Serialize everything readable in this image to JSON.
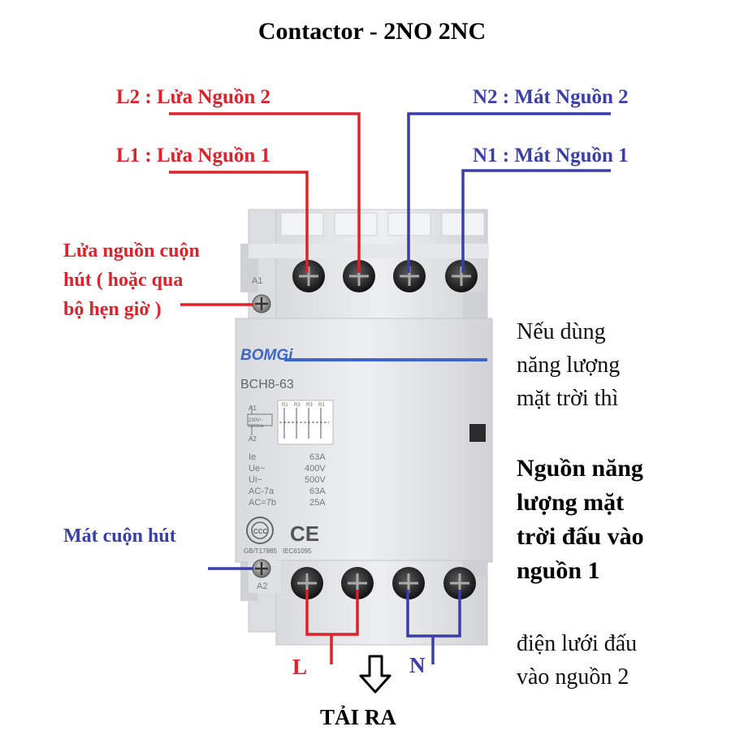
{
  "title": "Contactor - 2NO  2NC",
  "labels": {
    "l2": "L2 :  Lửa Nguồn 2",
    "l1": "L1 :  Lửa Nguồn 1",
    "n2": "N2 :  Mát Nguồn 2",
    "n1": "N1 :  Mát Nguồn 1",
    "coil_live": [
      "Lửa nguồn cuộn",
      "hút ( hoặc qua",
      "bộ hẹn giờ )"
    ],
    "coil_neutral": "Mát cuộn hút",
    "out_l": "L",
    "out_n": "N",
    "load_out": "TẢI RA"
  },
  "notes": {
    "intro": [
      "Nếu dùng",
      "năng lượng",
      "mặt trời thì"
    ],
    "solar": [
      "Nguồn năng",
      "lượng mặt",
      "trời đấu vào",
      "nguồn 1"
    ],
    "grid": [
      "điện lưới đấu",
      "vào nguồn 2"
    ]
  },
  "device": {
    "brand": "BOMGi",
    "model": "BCH8-63",
    "terminal_a1": "A1",
    "terminal_a2": "A2",
    "schematic": {
      "a1": "A1",
      "a2": "A2",
      "coil_voltage": "230V~",
      "coil_freq": "50/60Hz",
      "contacts": [
        "R1",
        "R3",
        "R3",
        "R1"
      ]
    },
    "specs": [
      {
        "name": "Ie",
        "value": "63A"
      },
      {
        "name": "Ue~",
        "value": "400V"
      },
      {
        "name": "Ui~",
        "value": "500V"
      },
      {
        "name": "AC-7a",
        "value": "63A"
      },
      {
        "name": "AC=7b",
        "value": "25A"
      }
    ],
    "cert_ccc": "CCC",
    "cert_ce": "CE",
    "std_gb": "GB/T17885",
    "std_iec": "IEC61095"
  },
  "colors": {
    "live_wire": "#e0202a",
    "neutral_wire": "#3a3fa8",
    "accent_stripe": "#3a67c8",
    "body": "#e9eaec"
  }
}
